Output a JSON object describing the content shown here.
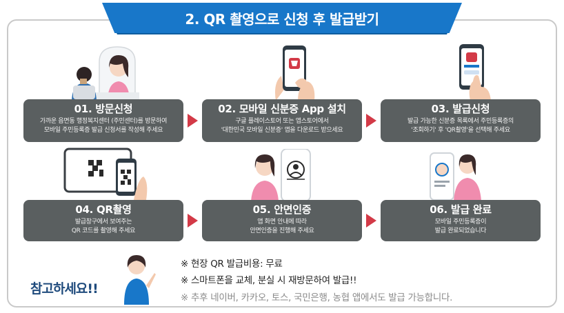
{
  "title": "2. QR 촬영으로 신청 후 발급받기",
  "steps": [
    {
      "num": "01.",
      "name": "방문신청",
      "line1": "가까운 읍면동 행정복지센터 (주민센터)를 방문하여",
      "line2": "모바일 주민등록증 발급 신청서를 작성해 주세요"
    },
    {
      "num": "02.",
      "name": "모바일 신분증 App 설치",
      "line1": "구글 플레이스토어 또는 앱스토어에서",
      "line2": "'대한민국 모바일 신분증' 앱을 다운로드 받으세요"
    },
    {
      "num": "03.",
      "name": "발급신청",
      "line1": "발급 가능한 신분증 목록에서 주민등록증의",
      "line2": "'조회하기' 후 'QR촬영'을 선택해 주세요"
    },
    {
      "num": "04.",
      "name": "QR촬영",
      "line1": "발급창구에서 보여주는",
      "line2": "QR 코드를 촬영해 주세요"
    },
    {
      "num": "05.",
      "name": "안면인증",
      "line1": "앱 화면 안내에 따라",
      "line2": "안면인증을 진행해 주세요"
    },
    {
      "num": "06.",
      "name": "발급 완료",
      "line1": "모바일 주민등록증이",
      "line2": "발급 완료되었습니다"
    }
  ],
  "notes": {
    "callout": "참고하세요!!",
    "n1": "※ 현장 QR 발급비용: 무료",
    "n2": "※ 스마트폰을 교체, 분실 시 재방문하여 발급!!",
    "n3": "※ 추후 네이버, 카카오, 토스, 국민은행, 농협 앱에서도 발급 가능합니다."
  },
  "colors": {
    "ribbon": "#1877c9",
    "step_box": "#5a5f60",
    "arrow": "#d33a47",
    "callout_text": "#1e4a7c"
  }
}
